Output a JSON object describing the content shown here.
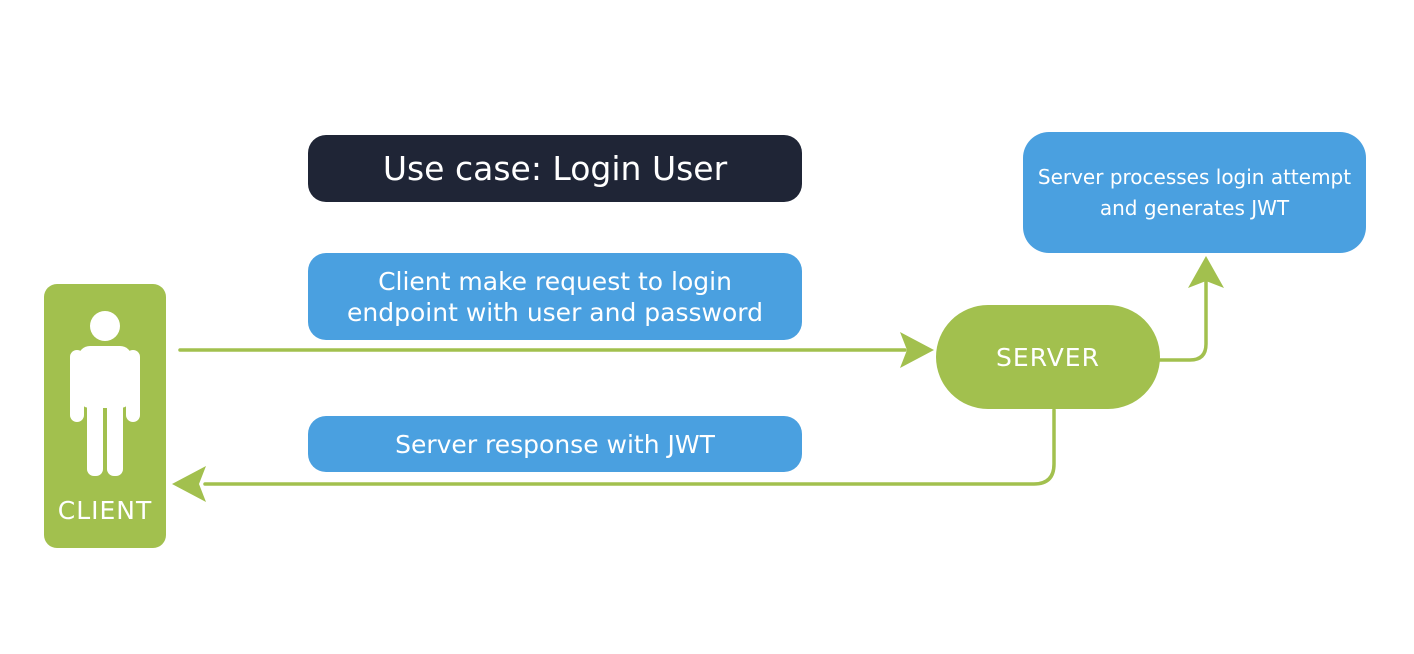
{
  "diagram": {
    "title": "Use case: Login User",
    "client_label": "CLIENT",
    "server_label": "SERVER",
    "steps": {
      "request": "Client make request to login endpoint with user and password",
      "process": "Server processes login attempt and generates JWT",
      "response": "Server response with JWT"
    },
    "colors": {
      "title_bg": "#1f2536",
      "step_bg": "#4aa0e0",
      "node_green": "#a2c04e",
      "arrow_green": "#a2c04e",
      "text_white": "#ffffff"
    },
    "icons": {
      "client": "person-icon"
    }
  }
}
